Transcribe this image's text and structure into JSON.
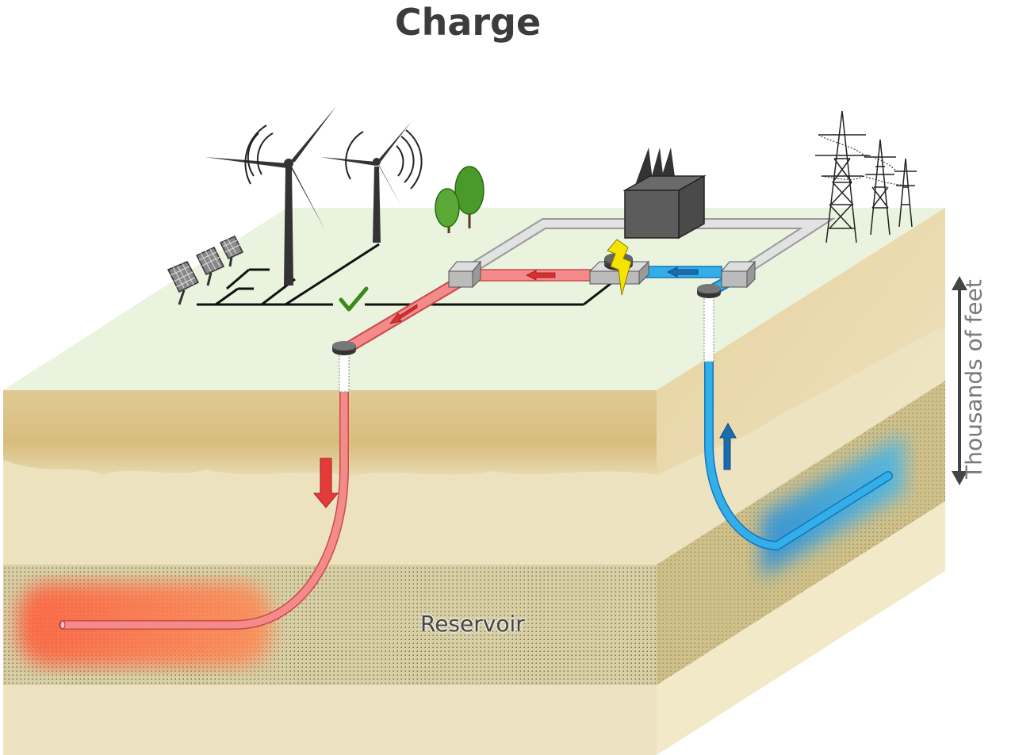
{
  "title": "Charge",
  "labels": {
    "reservoir": "Reservoir",
    "depth_scale": "Thousands of feet"
  },
  "colors": {
    "hot_injection": "#f57a7a",
    "cold_production": "#2aa3e0",
    "surface": "#e8f3dc",
    "reservoir_hot": "#ff6a3c",
    "reservoir_cold": "#2a9ad8"
  },
  "icons": [
    "solar-panel-icon",
    "wind-turbine-icon",
    "tree-icon",
    "power-plant-icon",
    "transmission-tower-icon",
    "lightning-bolt-icon",
    "checkmark-icon",
    "flow-arrow-icon"
  ]
}
